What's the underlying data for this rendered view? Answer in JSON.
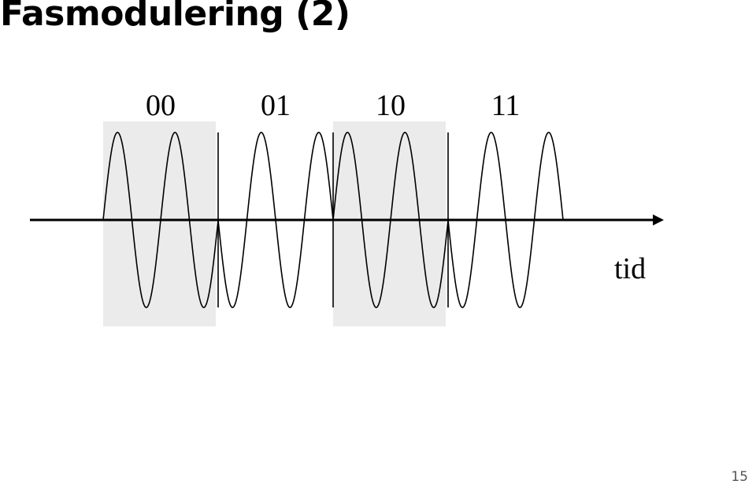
{
  "slide": {
    "title": "Fasmodulering (2)",
    "page_number": "15"
  },
  "diagram": {
    "symbols": [
      {
        "label": "00",
        "shaded": true
      },
      {
        "label": "01",
        "shaded": false
      },
      {
        "label": "10",
        "shaded": true
      },
      {
        "label": "11",
        "shaded": false
      }
    ],
    "cycles_per_symbol": 2,
    "time_axis_label": "tid",
    "colors": {
      "shade": "#ebebeb",
      "wave": "#000000",
      "axis": "#000000"
    }
  }
}
